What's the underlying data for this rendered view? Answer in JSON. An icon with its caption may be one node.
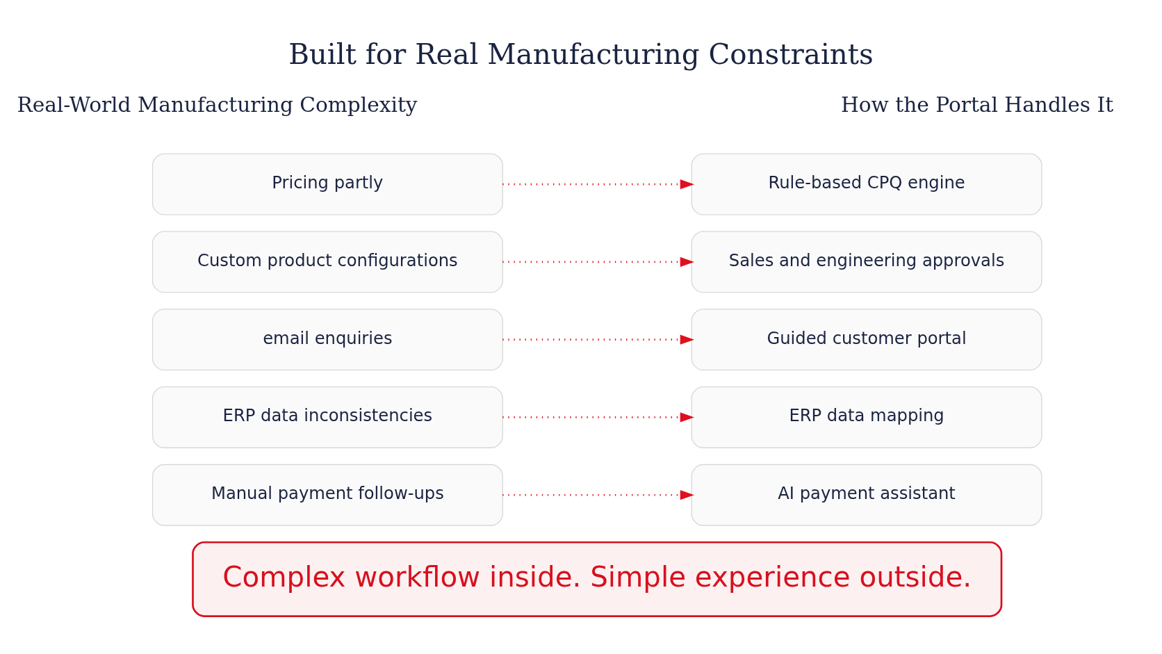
{
  "diagram": {
    "title": "Built for Real Manufacturing Constraints",
    "nodes": [
      {
        "text": [
          "Pricing partly"
        ]
      },
      {
        "text": [
          "Rule-based CPQ engine"
        ]
      },
      {
        "text": [
          "Custom product configurations"
        ]
      },
      {
        "text": [
          "Sales and engineering approvals"
        ]
      },
      {
        "text": [
          "email enquiries"
        ]
      },
      {
        "text": [
          "Guided customer portal"
        ]
      },
      {
        "text": [
          "ERP data inconsistencies"
        ]
      },
      {
        "text": [
          "ERP data mapping"
        ]
      },
      {
        "text": [
          "Manual payment follow-ups"
        ]
      },
      {
        "text": [
          "AI payment assistant"
        ]
      },
      {
        "text": [
          "Complex workflow inside. Simple experience outside."
        ]
      }
    ],
    "edges": [
      {
        "from": 0,
        "to": 1,
        "arrow": "to",
        "style": "dashed"
      },
      {
        "from": 2,
        "to": 3,
        "arrow": "to",
        "style": "dashed"
      },
      {
        "from": 4,
        "to": 5,
        "arrow": "to",
        "style": "dashed"
      },
      {
        "from": 6,
        "to": 7,
        "arrow": "to",
        "style": "dashed"
      },
      {
        "from": 8,
        "to": 9,
        "arrow": "to",
        "style": "dashed"
      }
    ],
    "labels": [
      "Real-World Manufacturing Complexity",
      "How the Portal Handles It"
    ]
  }
}
